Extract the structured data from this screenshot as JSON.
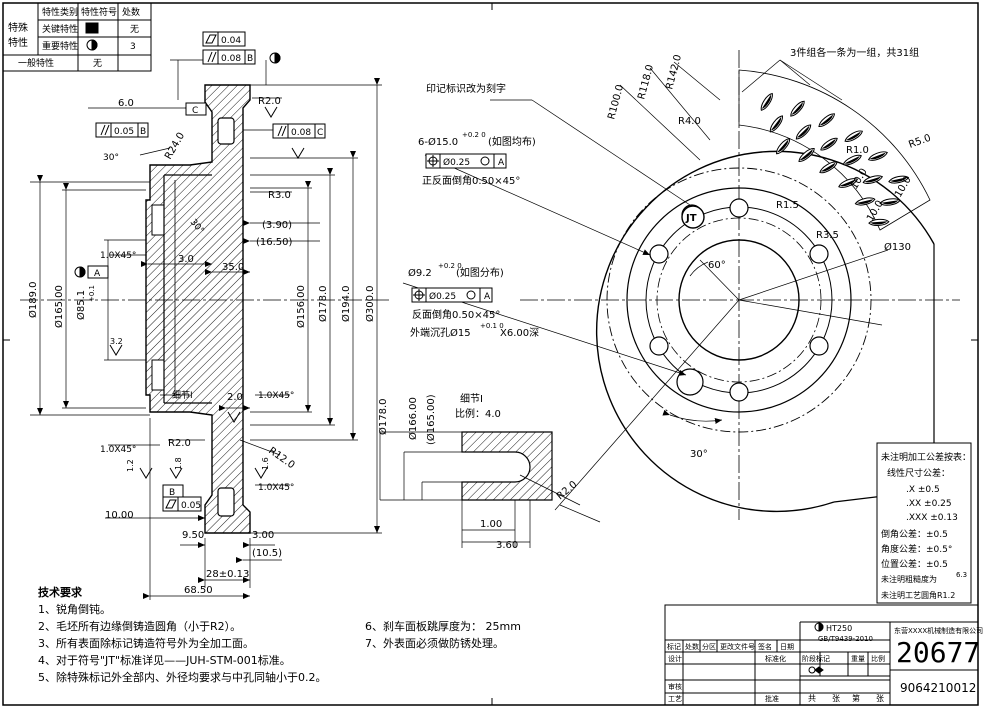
{
  "characteristics_table": {
    "headers": [
      "特性类别",
      "特性符号",
      "处数"
    ],
    "group_label_line1": "特殊",
    "group_label_line2": "特性",
    "rows": [
      {
        "category": "关键特性",
        "count": "无"
      },
      {
        "category": "重要特性",
        "count": "3"
      }
    ],
    "general_label": "一般特性",
    "general_count": "无"
  },
  "section_dims": {
    "d_189": "Ø189.0",
    "d_165": "Ø165.00",
    "d_85": "Ø85.1",
    "d_85_tol": "+0.1",
    "d_156": "Ø156.00",
    "d_178": "Ø178.0",
    "d_194": "Ø194.0",
    "d_300": "Ø300.0",
    "w_6": "6.0",
    "w_3_0": "3.0",
    "w_35": "35.0",
    "r_24": "R24.0",
    "r_2_top": "R2.0",
    "r_3": "R3.0",
    "r_2_mid": "R2.0",
    "r_12": "R12.0",
    "d_3_90": "(3.90)",
    "d_16_50": "(16.50)",
    "ch_1": "1.0X45°",
    "ch_2": "1.0X45°",
    "ch_3": "1.0X45°",
    "ch_4": "1.0X45°",
    "a_30a": "30°",
    "a_30b": "30°",
    "rough_32": "3.2",
    "rough_12": "1.2",
    "rough_18": "1.8",
    "rough_16": "1.6",
    "gtol_flat": "0.04",
    "gtol_par_b": "0.08",
    "gtol_perp_b": "0.05",
    "gtol_perp_c": "0.08",
    "gtol_flat_low": "0.05",
    "datum_a": "A",
    "datum_b": "B",
    "datum_c": "C",
    "detail_i": "细节I",
    "w_2_0": "2.0",
    "w_10": "10.00",
    "w_9_5": "9.50",
    "w_3_00": "3.00",
    "w_10_5": "(10.5)",
    "w_28": "28±0.13",
    "w_68_5": "68.50"
  },
  "face_view": {
    "mark_note": "印记标识改为刻字",
    "holes_note": "6-Ø15.0",
    "holes_tol": "+0.2 0",
    "holes_note_suffix": "(如图均布)",
    "holes_pos": "Ø0.25",
    "holes_datum": "A",
    "holes_chamfer": "正反面倒角0.50×45°",
    "holes2_note": "Ø9.2",
    "holes2_tol": "+0.2 0",
    "holes2_suffix": "(如图分布)",
    "holes2_pos": "Ø0.25",
    "holes2_datum": "A",
    "holes2_chamfer": "反面倒角0.50×45°",
    "holes2_cbore": "外端沉孔Ø15",
    "holes2_cbore_tol": "+0.1 0",
    "holes2_cbore_depth": "X6.00深",
    "slots_note": "3件组各一条为一组，共31组",
    "r_100": "R100.0",
    "r_118": "R118.0",
    "r_142": "R142.0",
    "r_4": "R4.0",
    "r_1": "R1.0",
    "r_5": "R5.0",
    "r_1_5": "R1.5",
    "r_3_5": "R3.5",
    "w_10a": "10.0",
    "w_10b": "10.0",
    "w_10c": "10.0",
    "d_130": "Ø130",
    "a_60": "60°",
    "a_30": "30°",
    "jt": "JT",
    "detail_d_178": "Ø178.0",
    "detail_d_166": "Ø166.00",
    "detail_d_165": "(Ø165.00)",
    "detail_title": "细节I",
    "detail_scale": "比例：4.0",
    "detail_r": "R2.0",
    "detail_1": "1.00",
    "detail_3": "3.60"
  },
  "tolerances": {
    "title": "未注明加工公差按表：",
    "size_title": "线性尺寸公差：",
    "lines": [
      ".X    ±0.5",
      ".XX  ±0.25",
      ".XXX ±0.13"
    ],
    "angle_line": "倒角公差：±0.5",
    "deg_line": "角度公差：±0.5°",
    "pos_line": "位置公差：±0.5",
    "rough_line": "未注明粗糙度为",
    "rough_val": "6.3",
    "radius_line": "未注明工艺圆角R1.2"
  },
  "tech_req": {
    "title": "技术要求",
    "items": [
      "1、锐角倒钝。",
      "2、毛坯所有边缘倒铸造圆角（小于R2）。",
      "3、所有表面除标记铸造符号外为全加工面。",
      "4、对于符号\"JT\"标准详见——JUH-STM-001标准。",
      "5、除特殊标记外全部内、外径均要求与中孔同轴小于0.2。"
    ],
    "items_right": [
      "6、刹车面板跳厚度为：  25mm",
      "7、外表面必须做防锈处理。"
    ]
  },
  "title_block": {
    "material": "HT250",
    "material_std": "GB/T9439-2010",
    "company": "东营XXXX机械制造有限公司",
    "part_no": "20677",
    "drawing_no": "9064210012",
    "cols": [
      "标记",
      "处数",
      "分区",
      "更改文件号",
      "签名",
      "日期"
    ],
    "rows": [
      "设计",
      "审核",
      "工艺"
    ],
    "std_label": "标准化",
    "approve_label": "批准",
    "stage_label": "阶段标记",
    "weight_label": "重量",
    "scale_label": "比例",
    "sheet_total": "共",
    "sheet_unit": "张",
    "sheet_no": "第",
    "sheet_unit2": "张"
  }
}
